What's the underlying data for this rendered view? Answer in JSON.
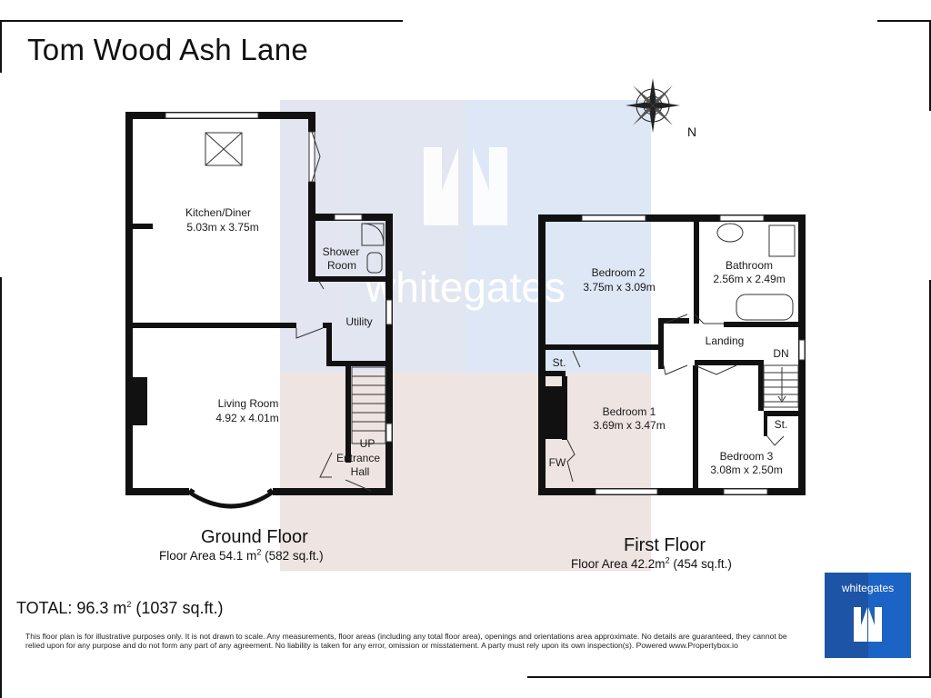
{
  "title": "Tom Wood Ash Lane",
  "watermark": {
    "brand": "whitegates"
  },
  "compass": {
    "label": "N"
  },
  "ground_floor": {
    "name": "Ground Floor",
    "area_prefix": "Floor Area  54.1 m",
    "area_suffix": " (582 sq.ft.)",
    "rooms": {
      "kitchen_name": "Kitchen/Diner",
      "kitchen_dims": "5.03m x 3.75m",
      "shower_line1": "Shower",
      "shower_line2": "Room",
      "utility": "Utility",
      "living_name": "Living Room",
      "living_dims": "4.92 x 4.01m",
      "up": "UP",
      "entrance_line1": "Entrance",
      "entrance_line2": "Hall"
    }
  },
  "first_floor": {
    "name": "First Floor",
    "area_prefix": "Floor Area 42.2m",
    "area_suffix": " (454 sq.ft.)",
    "rooms": {
      "bed2_name": "Bedroom 2",
      "bed2_dims": "3.75m x 3.09m",
      "bath_name": "Bathroom",
      "bath_dims": "2.56m x 2.49m",
      "landing": "Landing",
      "dn": "DN",
      "store1": "St.",
      "bed1_name": "Bedroom 1",
      "bed1_dims": "3.69m x 3.47m",
      "store2": "St.",
      "fw": "FW",
      "bed3_name": "Bedroom 3",
      "bed3_dims": "3.08m x 2.50m"
    }
  },
  "total": {
    "prefix": "TOTAL: 96.3 m",
    "suffix": " (1037 sq.ft.)"
  },
  "disclaimer": "This floor plan is for illustrative purposes only. It is not drawn to scale. Any measurements, floor areas (including any total floor area), openings and orientations area approximate. No details are guaranteed, they cannot be relied upon for any purpose and do not form any part of any agreement. No liability is taken for any error, omission or misstatement. A party must rely upon its own inspection(s). Powered www.Propertybox.io",
  "logo": {
    "brand": "whitegates"
  },
  "colors": {
    "brand_blue": "#1d54a6",
    "brand_blue_light": "#1b63c4",
    "wall": "#111111"
  }
}
